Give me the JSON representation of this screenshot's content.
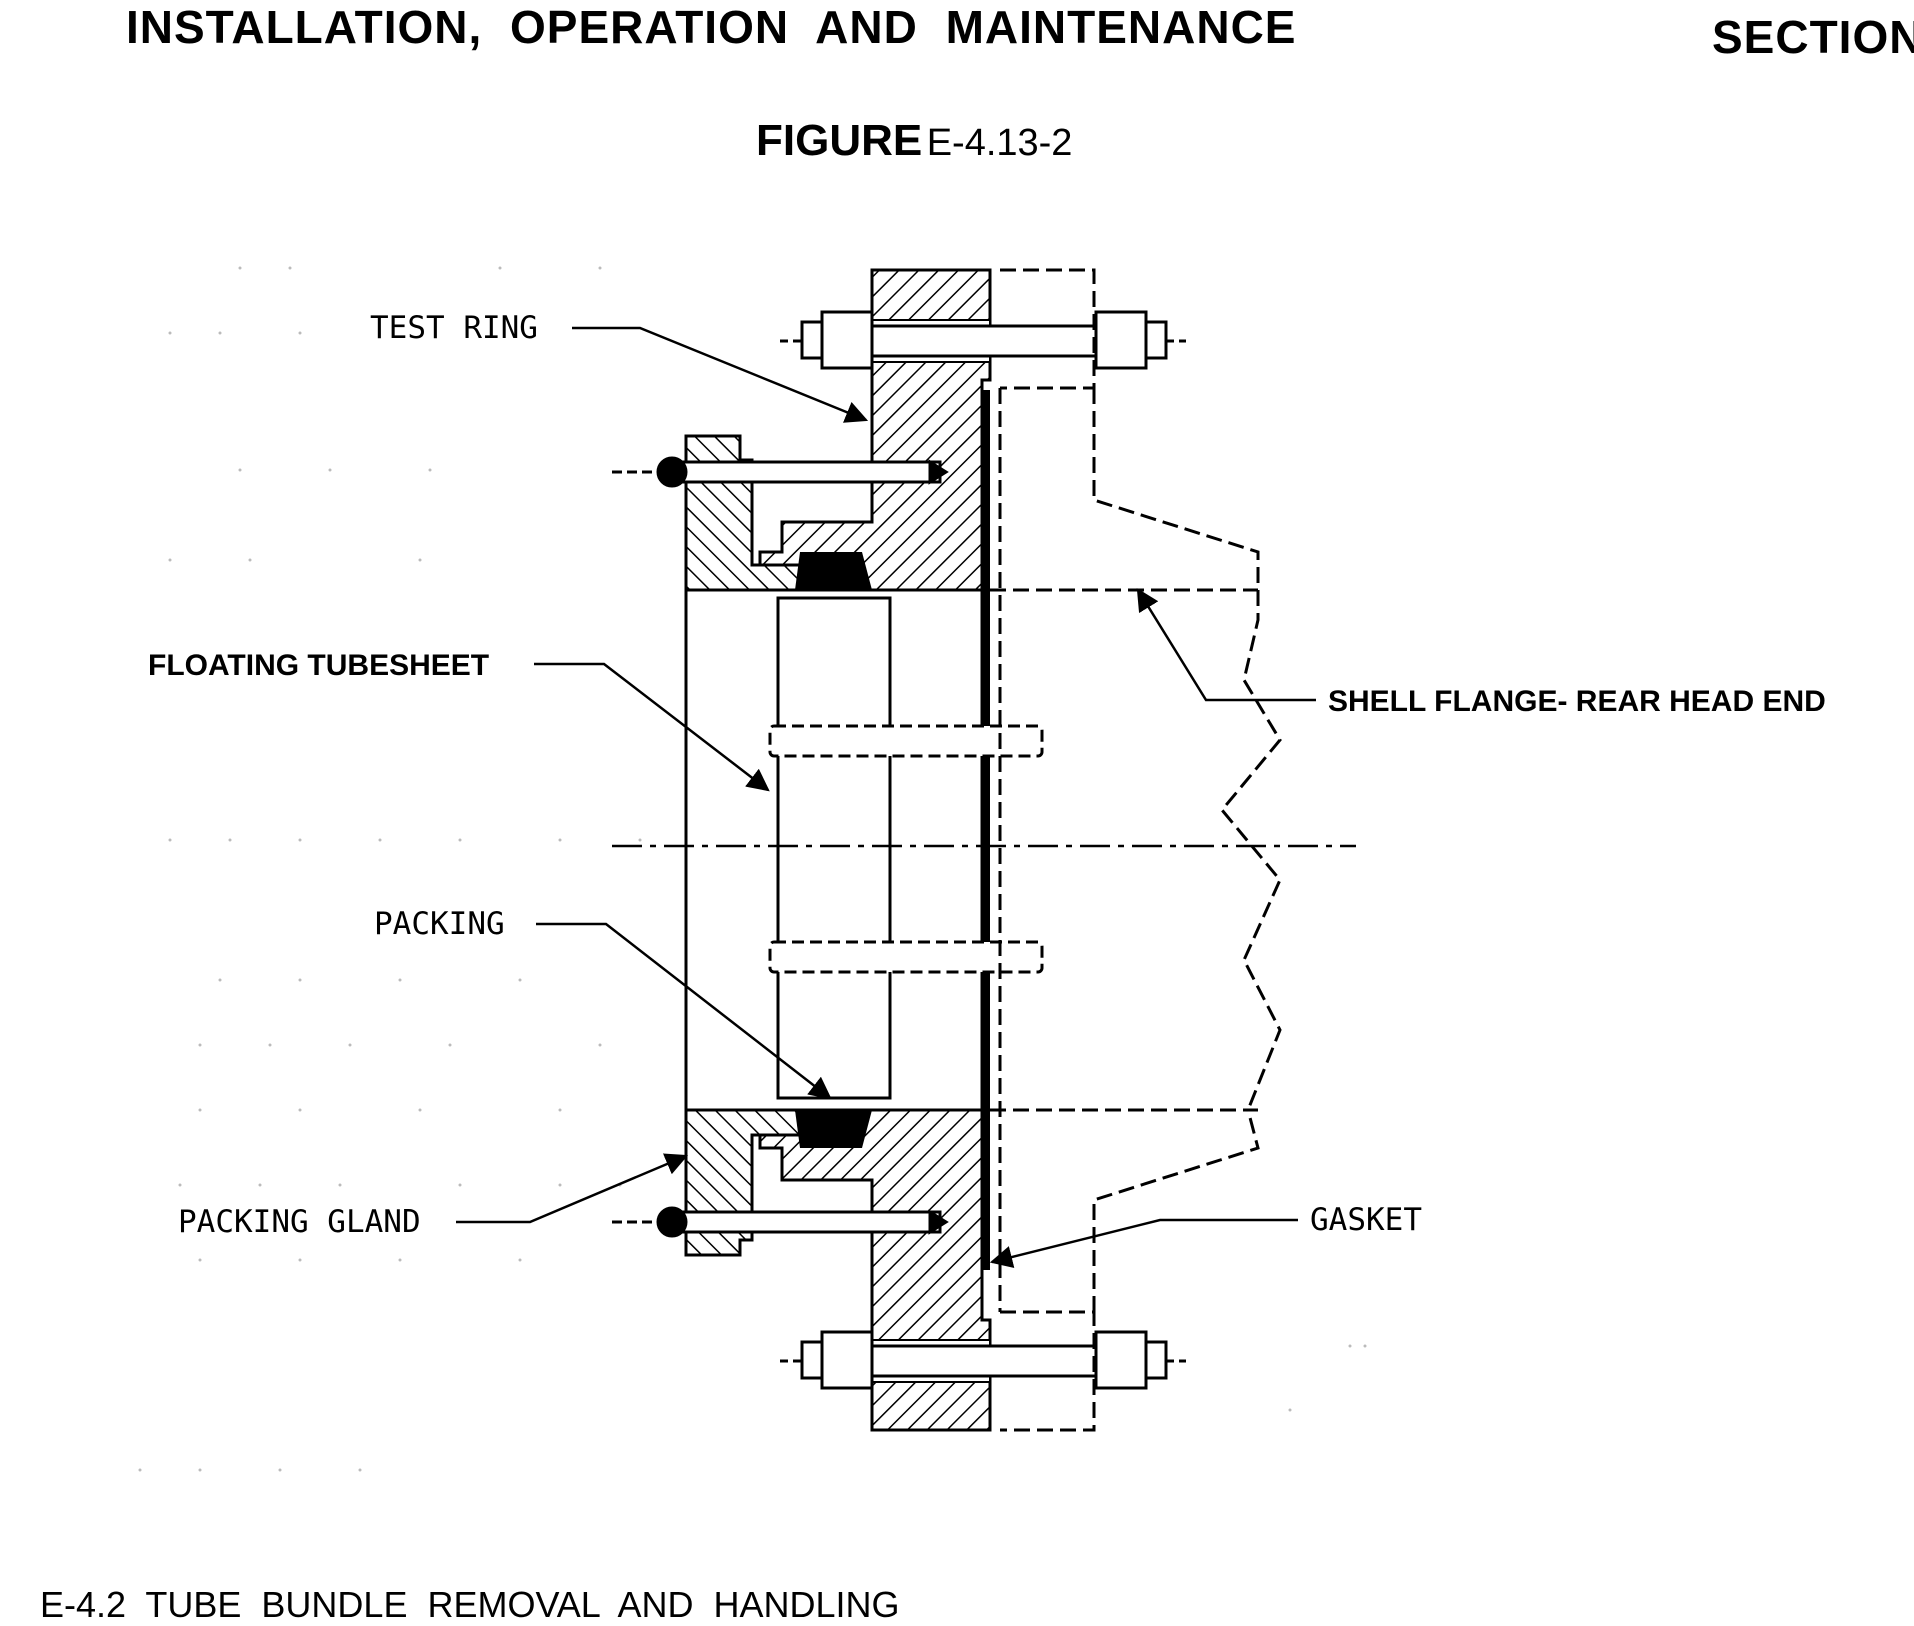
{
  "header": {
    "left": "INSTALLATION,  OPERATION  AND  MAINTENANCE",
    "right": "SECTION"
  },
  "figure": {
    "word": "FIGURE",
    "number": "E-4.13-2"
  },
  "labels": {
    "test_ring": "TEST RING",
    "floating_tubesheet": "FLOATING TUBESHEET",
    "packing": "PACKING",
    "packing_gland": "PACKING GLAND",
    "shell_flange": "SHELL FLANGE- REAR HEAD END",
    "gasket": "GASKET"
  },
  "subheading": "E-4.2  TUBE  BUNDLE  REMOVAL  AND  HANDLING"
}
